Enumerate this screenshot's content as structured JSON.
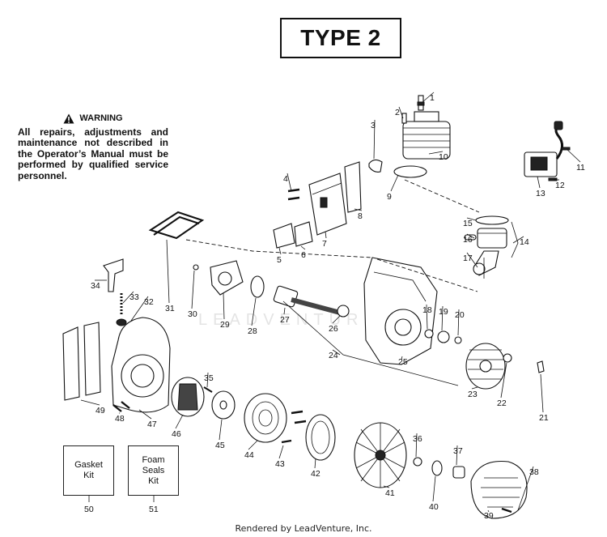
{
  "title": "TYPE 2",
  "warning": {
    "heading": "WARNING",
    "text": "All repairs, adjustments and maintenance not described in the Operator’s Manual must be performed by qualified service personnel."
  },
  "watermark": "LEADVENTURE",
  "kits": [
    {
      "label": "Gasket\nKit",
      "number": "50"
    },
    {
      "label": "Foam\nSeals\nKit",
      "number": "51"
    }
  ],
  "callouts": [
    "1",
    "2",
    "3",
    "4",
    "5",
    "6",
    "7",
    "8",
    "9",
    "10",
    "11",
    "12",
    "13",
    "14",
    "15",
    "16",
    "17",
    "18",
    "19",
    "20",
    "21",
    "22",
    "23",
    "24",
    "25",
    "26",
    "27",
    "28",
    "29",
    "30",
    "31",
    "32",
    "33",
    "34",
    "35",
    "36",
    "37",
    "38",
    "39",
    "40",
    "41",
    "42",
    "43",
    "44",
    "45",
    "46",
    "47",
    "48",
    "49"
  ],
  "footer": "Rendered by LeadVenture, Inc."
}
